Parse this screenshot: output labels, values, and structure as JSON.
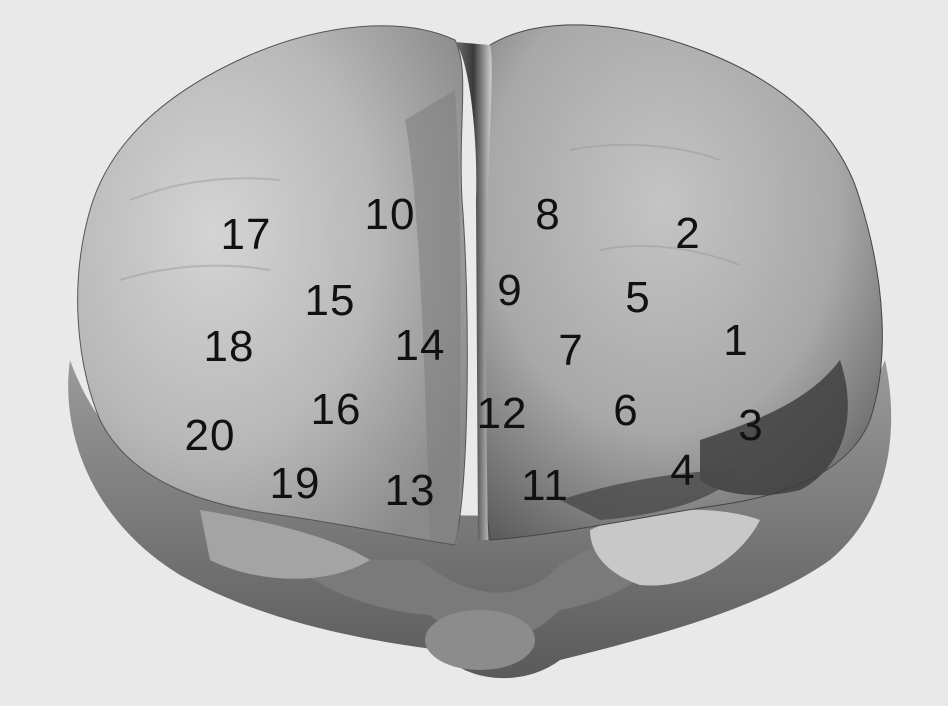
{
  "image": {
    "subject": "brain",
    "background_color": "#e9e9e9",
    "tissue_light": "#c9c9c9",
    "tissue_dark": "#3a3a3a"
  },
  "labels": [
    {
      "id": "1",
      "text": "1"
    },
    {
      "id": "2",
      "text": "2"
    },
    {
      "id": "3",
      "text": "3"
    },
    {
      "id": "4",
      "text": "4"
    },
    {
      "id": "5",
      "text": "5"
    },
    {
      "id": "6",
      "text": "6"
    },
    {
      "id": "7",
      "text": "7"
    },
    {
      "id": "8",
      "text": "8"
    },
    {
      "id": "9",
      "text": "9"
    },
    {
      "id": "10",
      "text": "10"
    },
    {
      "id": "11",
      "text": "11"
    },
    {
      "id": "12",
      "text": "12"
    },
    {
      "id": "13",
      "text": "13"
    },
    {
      "id": "14",
      "text": "14"
    },
    {
      "id": "15",
      "text": "15"
    },
    {
      "id": "16",
      "text": "16"
    },
    {
      "id": "17",
      "text": "17"
    },
    {
      "id": "18",
      "text": "18"
    },
    {
      "id": "19",
      "text": "19"
    },
    {
      "id": "20",
      "text": "20"
    }
  ]
}
